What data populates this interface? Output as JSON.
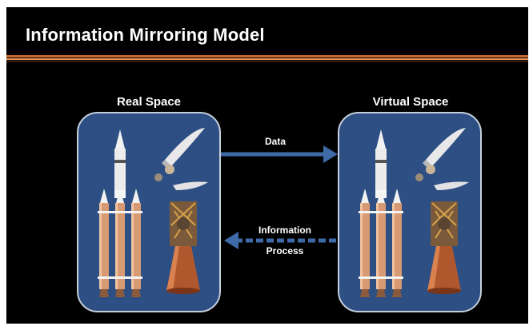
{
  "slide": {
    "title": "Information Mirroring Model"
  },
  "panels": {
    "real": {
      "label": "Real Space"
    },
    "virtual": {
      "label": "Virtual Space"
    }
  },
  "arrows": {
    "data_label": "Data",
    "return_label_line1": "Information",
    "return_label_line2": "Process"
  },
  "colors": {
    "background": "#000000",
    "accent_rule": "#c86a2c",
    "panel_fill": "#2d4f84",
    "panel_border": "#c7cfdc",
    "arrow": "#3e6aa8",
    "text": "#ffffff"
  },
  "icons": [
    "rocket-illustration",
    "fairing-illustration",
    "engine-illustration"
  ]
}
